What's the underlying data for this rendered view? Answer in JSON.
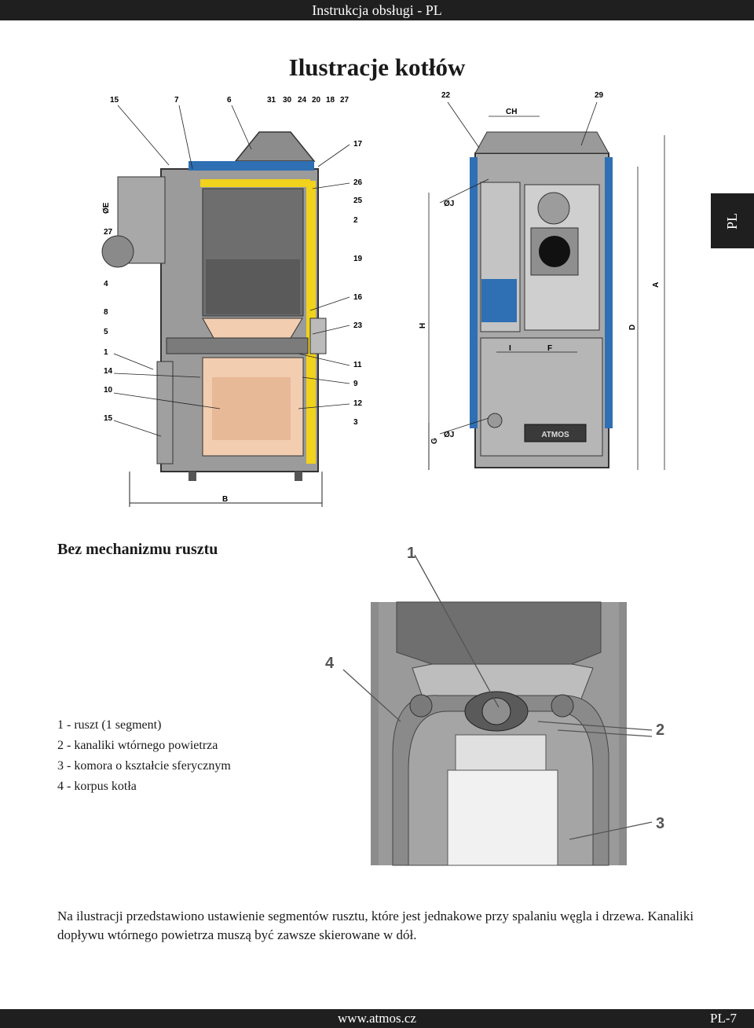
{
  "header": {
    "title": "Instrukcja obsługi - PL"
  },
  "side_tab": {
    "label": "PL"
  },
  "page_title": "Ilustracje kotłów",
  "boiler_section": {
    "side_labels": {
      "top": [
        "15",
        "7",
        "6",
        "31",
        "30",
        "24",
        "20",
        "18",
        "27"
      ],
      "right": [
        "17",
        "26",
        "25",
        "2",
        "19",
        "16",
        "23",
        "11",
        "9",
        "12",
        "3"
      ],
      "left": [
        "ØE",
        "27",
        "4",
        "8",
        "5",
        "1",
        "14",
        "10",
        "15"
      ],
      "bottom": "B"
    },
    "front_labels": {
      "n22": "22",
      "n29": "29",
      "ch": "CH",
      "oj_top": "ØJ",
      "oj_bottom": "ØJ",
      "h": "H",
      "a": "A",
      "d": "D",
      "g": "G",
      "i": "I",
      "f": "F",
      "brand": "ATMOS"
    }
  },
  "grate_section": {
    "heading": "Bez mechanizmu rusztu",
    "callouts": [
      "1",
      "2",
      "3",
      "4"
    ],
    "legend": [
      "1 - ruszt (1 segment)",
      "2 - kanaliki wtórnego powietrza",
      "3 - komora o kształcie sferycznym",
      "4 - korpus kotła"
    ],
    "paragraph": "Na ilustracji przedstawiono ustawienie segmentów rusztu, które jest jednakowe przy spalaniu węgla i drzewa. Kanaliki dopływu wtórnego powietrza muszą być zawsze skierowane w dół."
  },
  "footer": {
    "url": "www.atmos.cz",
    "page": "PL-7"
  }
}
